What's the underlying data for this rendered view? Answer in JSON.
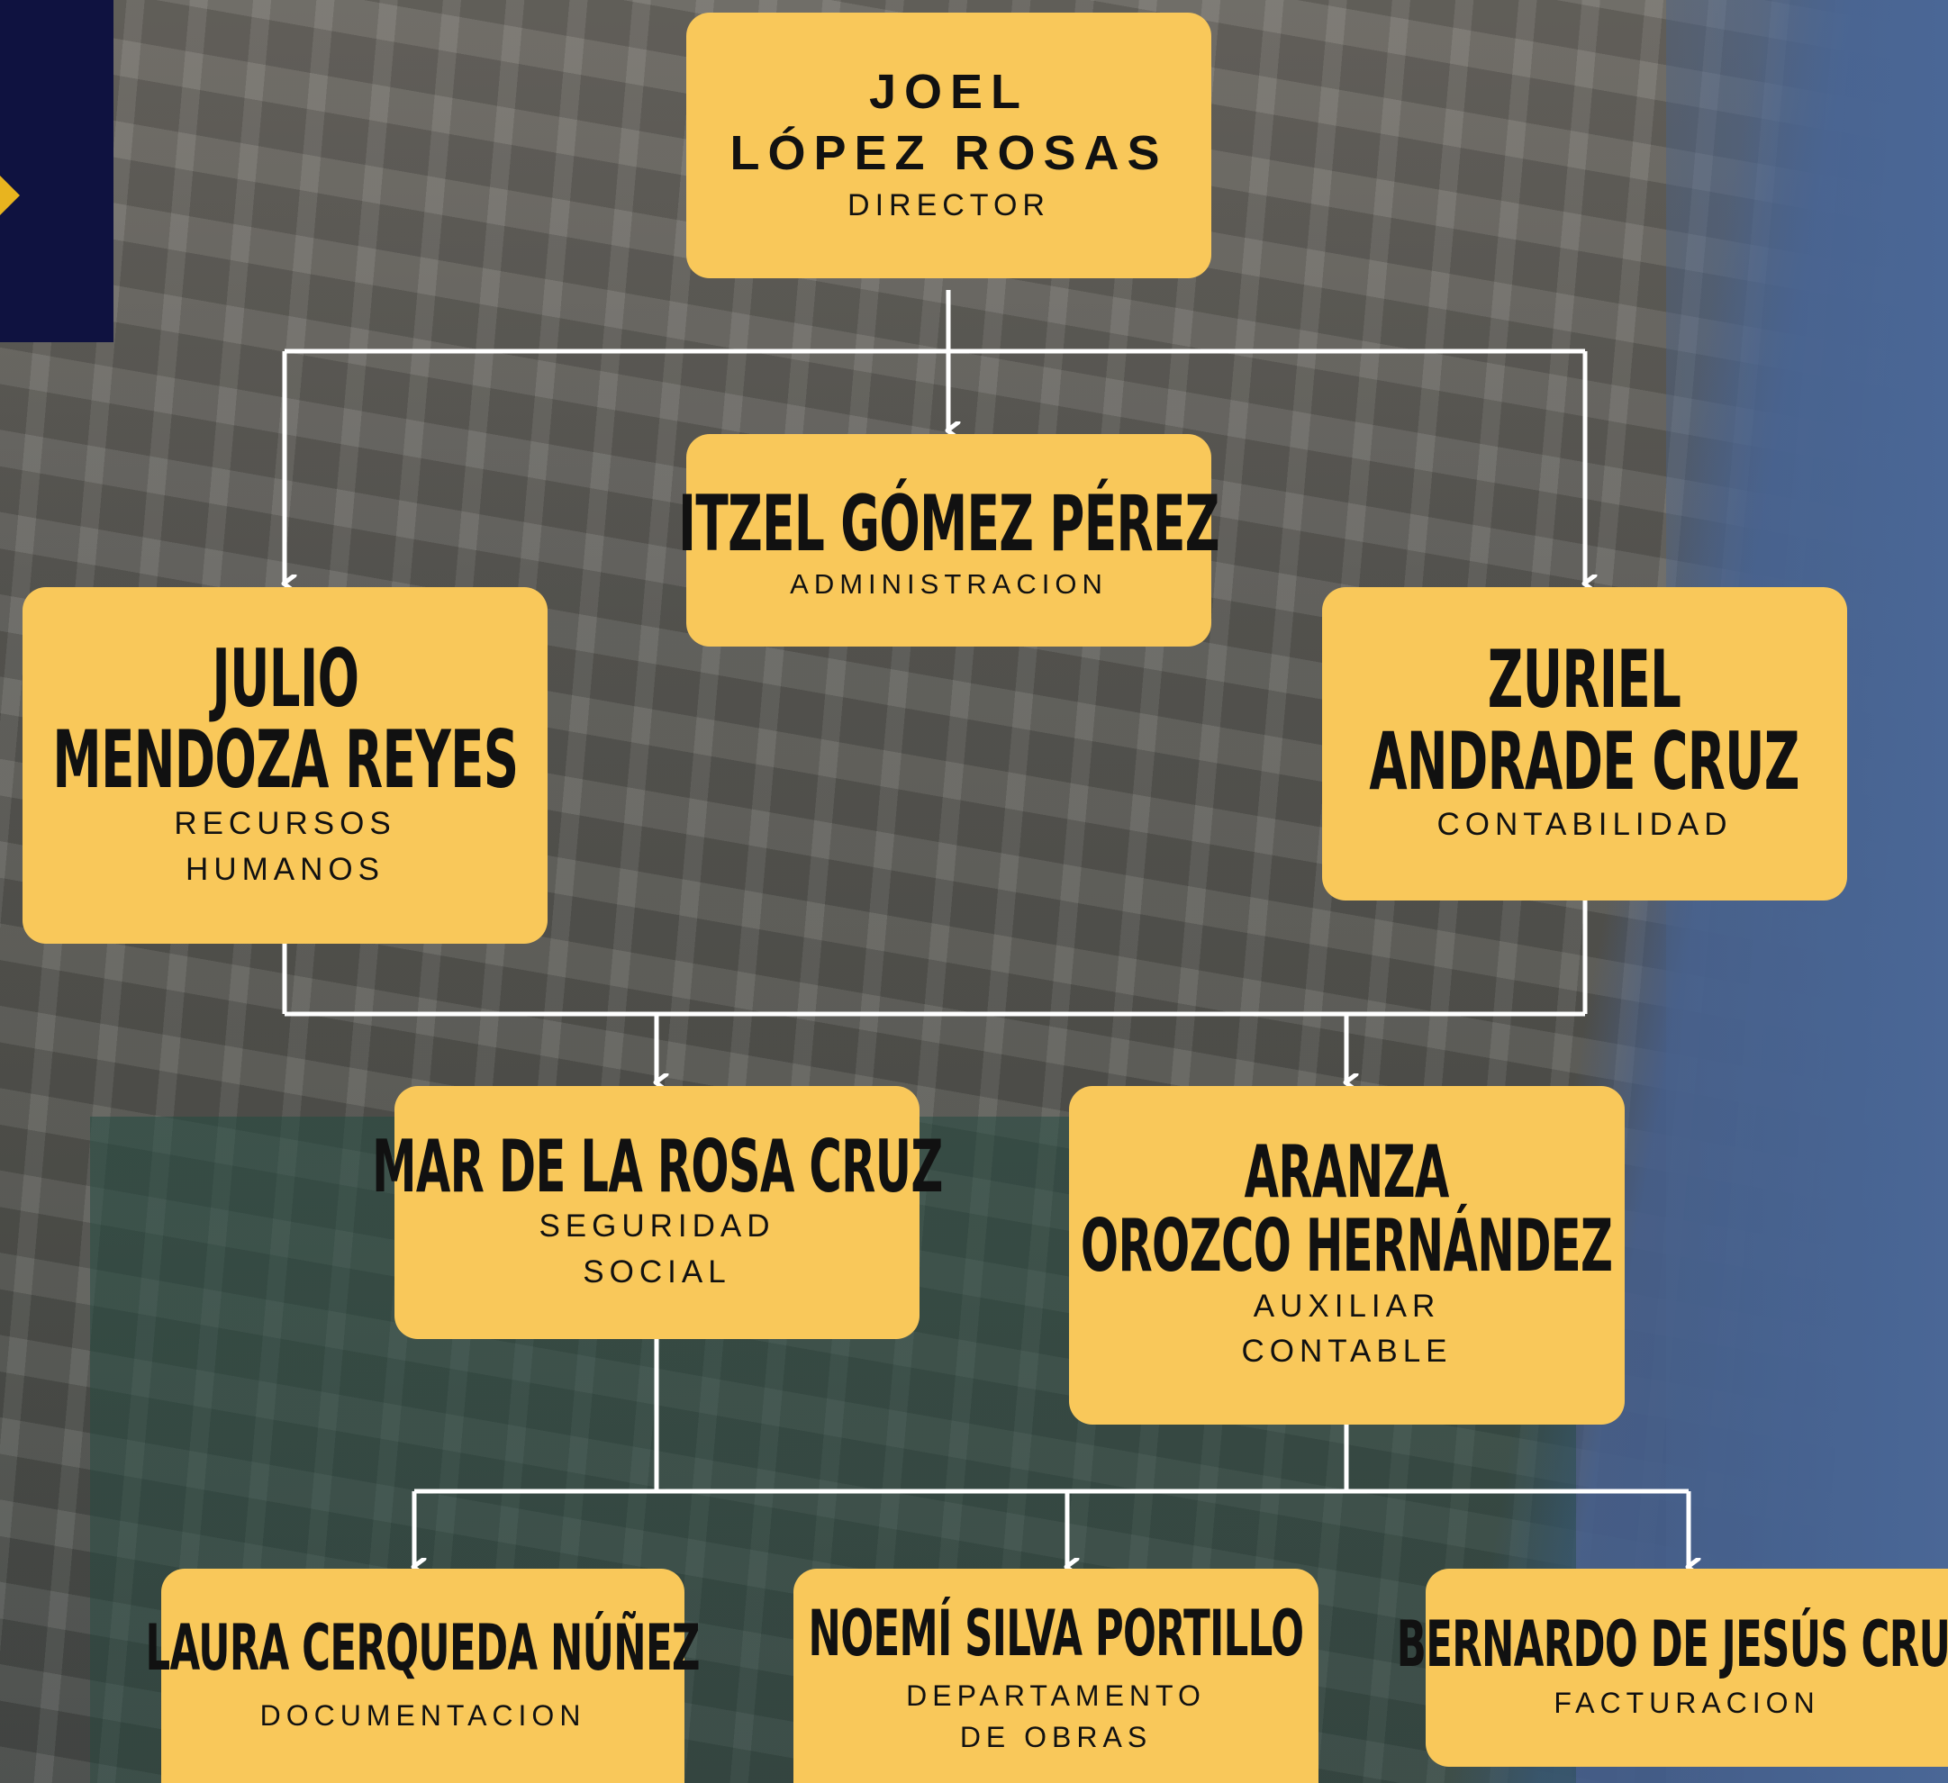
{
  "colors": {
    "box": "#f9c85a",
    "connector": "#ffffff",
    "accent": "#0f1240"
  },
  "nodes": {
    "director": {
      "name": [
        "JOEL",
        "LÓPEZ ROSAS"
      ],
      "role": [
        "DIRECTOR"
      ]
    },
    "admin": {
      "name": [
        "ITZEL GÓMEZ PÉREZ"
      ],
      "role": [
        "ADMINISTRACION"
      ]
    },
    "rrhh": {
      "name": [
        "JULIO",
        "MENDOZA REYES"
      ],
      "role": [
        "RECURSOS",
        "HUMANOS"
      ]
    },
    "conta": {
      "name": [
        "ZURIEL",
        "ANDRADE CRUZ"
      ],
      "role": [
        "CONTABILIDAD"
      ]
    },
    "seguridad": {
      "name": [
        "MAR DE LA ROSA CRUZ"
      ],
      "role": [
        "SEGURIDAD",
        "SOCIAL"
      ]
    },
    "auxiliar": {
      "name": [
        "ARANZA",
        "OROZCO HERNÁNDEZ"
      ],
      "role": [
        "AUXILIAR",
        "CONTABLE"
      ]
    },
    "documentacion": {
      "name": [
        "LAURA CERQUEDA NÚÑEZ"
      ],
      "role": [
        "DOCUMENTACION"
      ]
    },
    "obras": {
      "name": [
        "NOEMÍ SILVA PORTILLO"
      ],
      "role": [
        "DEPARTAMENTO",
        "DE OBRAS"
      ]
    },
    "facturacion": {
      "name": [
        "BERNARDO DE JESÚS CRUZ"
      ],
      "role": [
        "FACTURACION"
      ]
    }
  }
}
